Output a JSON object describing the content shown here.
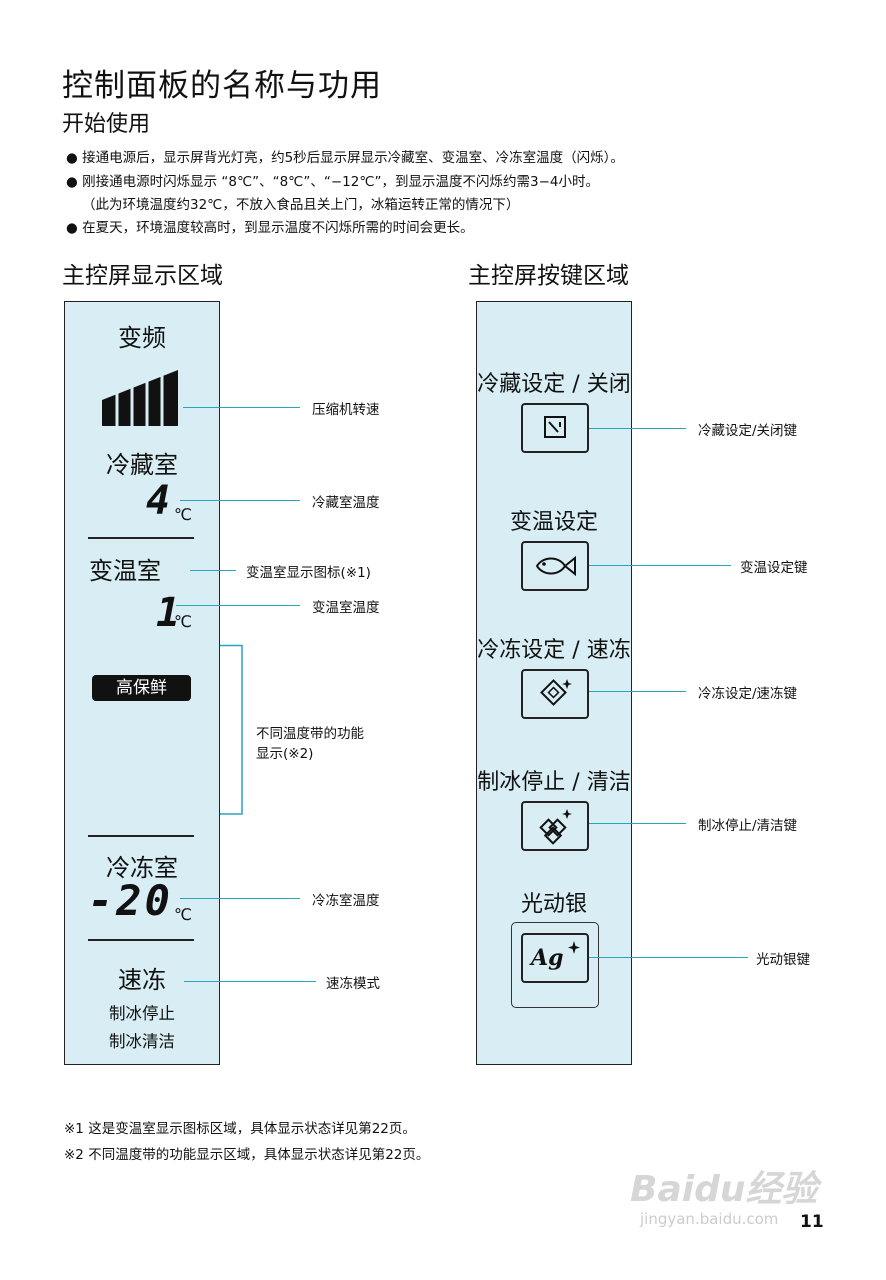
{
  "page": {
    "title": "控制面板的名称与功用",
    "subtitle": "开始使用",
    "bullets": [
      "●  接通电源后，显示屏背光灯亮，约5秒后显示屏显示冷藏室、变温室、冷冻室温度（闪烁）。",
      "●  刚接通电源时闪烁显示 “8℃”、“8℃”、“−12℃”，到显示温度不闪烁约需3−4小时。",
      "（此为环境温度约32℃，不放入食品且关上门，冰箱运转正常的情况下）",
      "●  在夏天，环境温度较高时，到显示温度不闪烁所需的时间会更长。"
    ],
    "page_number": "11"
  },
  "display_area": {
    "heading": "主控屏显示区域",
    "inverter": "变频",
    "fridge_label": "冷藏室",
    "fridge_temp": "4",
    "unit": "℃",
    "var_label": "变温室",
    "var_temp": "1",
    "fresh_badge": "高保鲜",
    "freezer_label": "冷冻室",
    "freezer_temp": "-20",
    "quick_freeze": "速冻",
    "ice_stop": "制冰停止",
    "ice_clean": "制冰清洁",
    "callouts": {
      "compressor": "压缩机转速",
      "fridge_temp": "冷藏室温度",
      "var_icon": "变温室显示图标(※1)",
      "var_temp": "变温室温度",
      "zone_func_1": "不同温度带的功能",
      "zone_func_2": "显示(※2)",
      "freezer_temp": "冷冻室温度",
      "quick_mode": "速冻模式"
    }
  },
  "key_area": {
    "heading": "主控屏按键区域",
    "keys": [
      {
        "label": "冷藏设定 / 关闭",
        "callout": "冷藏设定/关闭键",
        "icon": "fridge-door-icon"
      },
      {
        "label": "变温设定",
        "callout": "变温设定键",
        "icon": "fish-icon"
      },
      {
        "label": "冷冻设定 / 速冻",
        "callout": "冷冻设定/速冻键",
        "icon": "ice-cube-sparkle-icon"
      },
      {
        "label": "制冰停止 / 清洁",
        "callout": "制冰停止/清洁键",
        "icon": "ice-cubes-icon"
      },
      {
        "label": "光动银",
        "callout": "光动银键",
        "icon": "ag-icon",
        "icon_text": "Ag"
      }
    ]
  },
  "footnotes": [
    "※1  这是变温室显示图标区域，具体显示状态详见第22页。",
    "※2  不同温度带的功能显示区域，具体显示状态详见第22页。"
  ],
  "watermark": {
    "brand": "Baidu经验",
    "url": "jingyan.baidu.com"
  }
}
